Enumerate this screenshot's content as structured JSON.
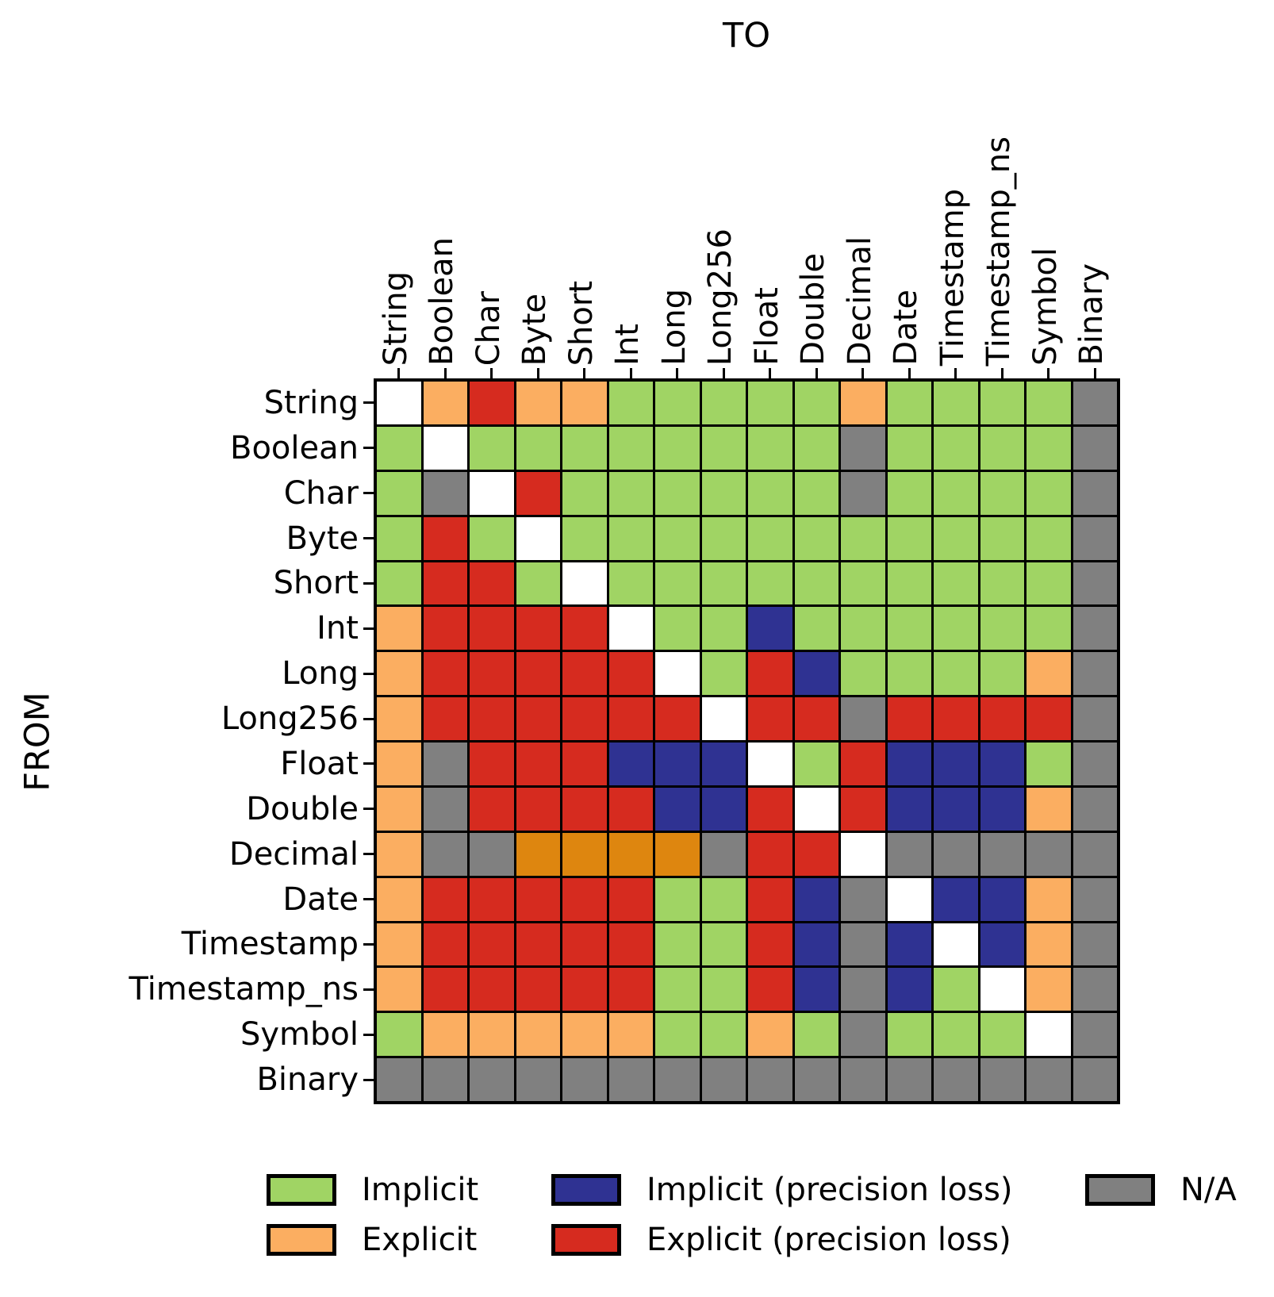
{
  "figure": {
    "top_axis_title": "TO",
    "left_axis_title": "FROM"
  },
  "chart_data": {
    "type": "heatmap",
    "title": "",
    "x_axis_title": "TO",
    "y_axis_title": "FROM",
    "x_categories": [
      "String",
      "Boolean",
      "Char",
      "Byte",
      "Short",
      "Int",
      "Long",
      "Long256",
      "Float",
      "Double",
      "Decimal",
      "Date",
      "Timestamp",
      "Timestamp_ns",
      "Symbol",
      "Binary"
    ],
    "y_categories": [
      "String",
      "Boolean",
      "Char",
      "Byte",
      "Short",
      "Int",
      "Long",
      "Long256",
      "Float",
      "Double",
      "Decimal",
      "Date",
      "Timestamp",
      "Timestamp_ns",
      "Symbol",
      "Binary"
    ],
    "colors": {
      "implicit": "#a0d464",
      "explicit": "#fbae61",
      "implicit_precision_loss": "#2f3292",
      "explicit_precision_loss": "#d62b1f",
      "na": "#808080",
      "diagonal_blank": "#ffffff",
      "explicit_dark_unlabeled": "#de860f",
      "grid_line": "#000000",
      "background": "#ffffff"
    },
    "code_meanings": {
      "S": "diagonal blank (same type)",
      "I": "Implicit",
      "E": "Explicit",
      "IL": "Implicit (precision loss)",
      "EL": "Explicit (precision loss)",
      "N": "N/A",
      "ED": "dark orange cell (color not present in legend)"
    },
    "matrix": [
      {
        "from": "String",
        "to": [
          "S",
          "E",
          "EL",
          "E",
          "E",
          "I",
          "I",
          "I",
          "I",
          "I",
          "E",
          "I",
          "I",
          "I",
          "I",
          "N"
        ]
      },
      {
        "from": "Boolean",
        "to": [
          "I",
          "S",
          "I",
          "I",
          "I",
          "I",
          "I",
          "I",
          "I",
          "I",
          "N",
          "I",
          "I",
          "I",
          "I",
          "N"
        ]
      },
      {
        "from": "Char",
        "to": [
          "I",
          "N",
          "S",
          "EL",
          "I",
          "I",
          "I",
          "I",
          "I",
          "I",
          "N",
          "I",
          "I",
          "I",
          "I",
          "N"
        ]
      },
      {
        "from": "Byte",
        "to": [
          "I",
          "EL",
          "I",
          "S",
          "I",
          "I",
          "I",
          "I",
          "I",
          "I",
          "I",
          "I",
          "I",
          "I",
          "I",
          "N"
        ]
      },
      {
        "from": "Short",
        "to": [
          "I",
          "EL",
          "EL",
          "I",
          "S",
          "I",
          "I",
          "I",
          "I",
          "I",
          "I",
          "I",
          "I",
          "I",
          "I",
          "N"
        ]
      },
      {
        "from": "Int",
        "to": [
          "E",
          "EL",
          "EL",
          "EL",
          "EL",
          "S",
          "I",
          "I",
          "IL",
          "I",
          "I",
          "I",
          "I",
          "I",
          "I",
          "N"
        ]
      },
      {
        "from": "Long",
        "to": [
          "E",
          "EL",
          "EL",
          "EL",
          "EL",
          "EL",
          "S",
          "I",
          "EL",
          "IL",
          "I",
          "I",
          "I",
          "I",
          "E",
          "N"
        ]
      },
      {
        "from": "Long256",
        "to": [
          "E",
          "EL",
          "EL",
          "EL",
          "EL",
          "EL",
          "EL",
          "S",
          "EL",
          "EL",
          "N",
          "EL",
          "EL",
          "EL",
          "EL",
          "N"
        ]
      },
      {
        "from": "Float",
        "to": [
          "E",
          "N",
          "EL",
          "EL",
          "EL",
          "IL",
          "IL",
          "IL",
          "S",
          "I",
          "EL",
          "IL",
          "IL",
          "IL",
          "I",
          "N"
        ]
      },
      {
        "from": "Double",
        "to": [
          "E",
          "N",
          "EL",
          "EL",
          "EL",
          "EL",
          "IL",
          "IL",
          "EL",
          "S",
          "EL",
          "IL",
          "IL",
          "IL",
          "E",
          "N"
        ]
      },
      {
        "from": "Decimal",
        "to": [
          "E",
          "N",
          "N",
          "ED",
          "ED",
          "ED",
          "ED",
          "N",
          "EL",
          "EL",
          "S",
          "N",
          "N",
          "N",
          "N",
          "N"
        ]
      },
      {
        "from": "Date",
        "to": [
          "E",
          "EL",
          "EL",
          "EL",
          "EL",
          "EL",
          "I",
          "I",
          "EL",
          "IL",
          "N",
          "S",
          "IL",
          "IL",
          "E",
          "N"
        ]
      },
      {
        "from": "Timestamp",
        "to": [
          "E",
          "EL",
          "EL",
          "EL",
          "EL",
          "EL",
          "I",
          "I",
          "EL",
          "IL",
          "N",
          "IL",
          "S",
          "IL",
          "E",
          "N"
        ]
      },
      {
        "from": "Timestamp_ns",
        "to": [
          "E",
          "EL",
          "EL",
          "EL",
          "EL",
          "EL",
          "I",
          "I",
          "EL",
          "IL",
          "N",
          "IL",
          "I",
          "S",
          "E",
          "N"
        ]
      },
      {
        "from": "Symbol",
        "to": [
          "I",
          "E",
          "E",
          "E",
          "E",
          "E",
          "I",
          "I",
          "E",
          "I",
          "N",
          "I",
          "I",
          "I",
          "S",
          "N"
        ]
      },
      {
        "from": "Binary",
        "to": [
          "N",
          "N",
          "N",
          "N",
          "N",
          "N",
          "N",
          "N",
          "N",
          "N",
          "N",
          "N",
          "N",
          "N",
          "N",
          "N"
        ]
      }
    ],
    "legend": [
      {
        "code": "I",
        "label": "Implicit"
      },
      {
        "code": "E",
        "label": "Explicit"
      },
      {
        "code": "IL",
        "label": "Implicit (precision loss)"
      },
      {
        "code": "EL",
        "label": "Explicit (precision loss)"
      },
      {
        "code": "N",
        "label": "N/A"
      }
    ],
    "legend_position": "bottom",
    "grid_on": true
  }
}
